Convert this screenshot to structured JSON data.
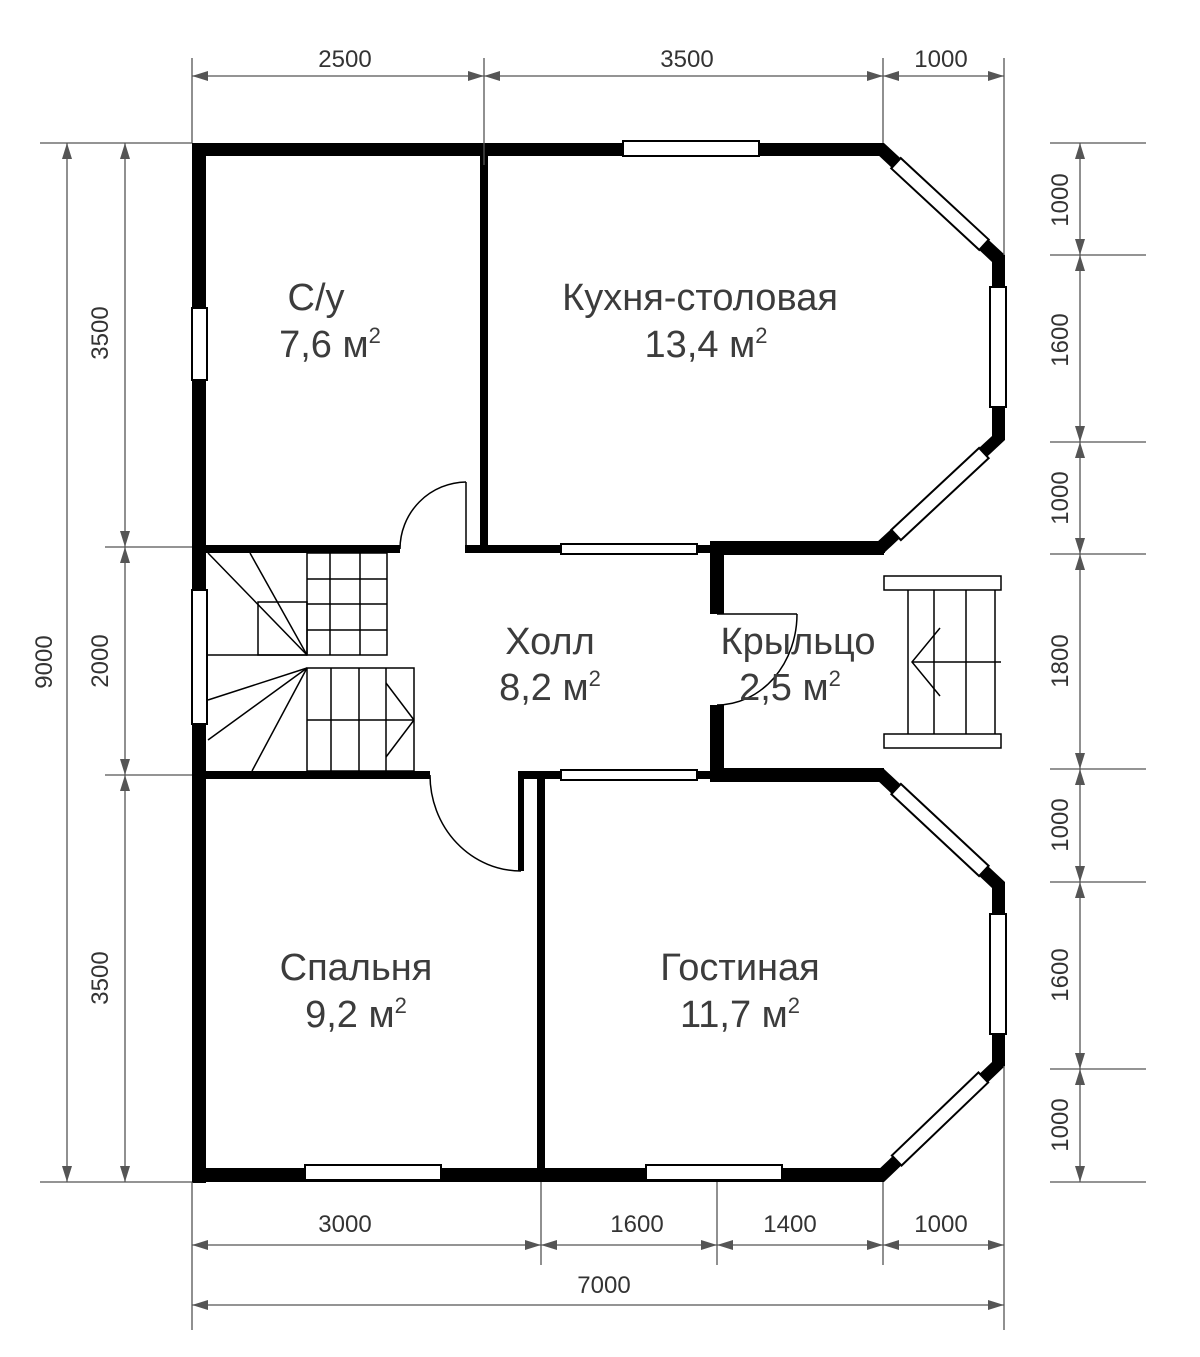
{
  "rooms": {
    "bathroom": {
      "name": "С/у",
      "area": "7,6 м",
      "sup": "2"
    },
    "kitchen": {
      "name": "Кухня-столовая",
      "area": "13,4 м",
      "sup": "2"
    },
    "hall": {
      "name": "Холл",
      "area": "8,2 м",
      "sup": "2"
    },
    "porch": {
      "name": "Крыльцо",
      "area": "2,5 м",
      "sup": "2"
    },
    "bedroom": {
      "name": "Спальня",
      "area": "9,2 м",
      "sup": "2"
    },
    "living": {
      "name": "Гостиная",
      "area": "11,7 м",
      "sup": "2"
    }
  },
  "dimensions": {
    "top": [
      "2500",
      "3500",
      "1000"
    ],
    "bottom": [
      "3000",
      "1600",
      "1400",
      "1000"
    ],
    "bottom_total": "7000",
    "left_total": "9000",
    "left": [
      "3500",
      "2000",
      "3500"
    ],
    "right": [
      "1000",
      "1600",
      "1000",
      "1800",
      "1000",
      "1600",
      "1000"
    ]
  },
  "colors": {
    "wall": "#000000",
    "text": "#3c3c3c",
    "dimension": "#555555"
  }
}
